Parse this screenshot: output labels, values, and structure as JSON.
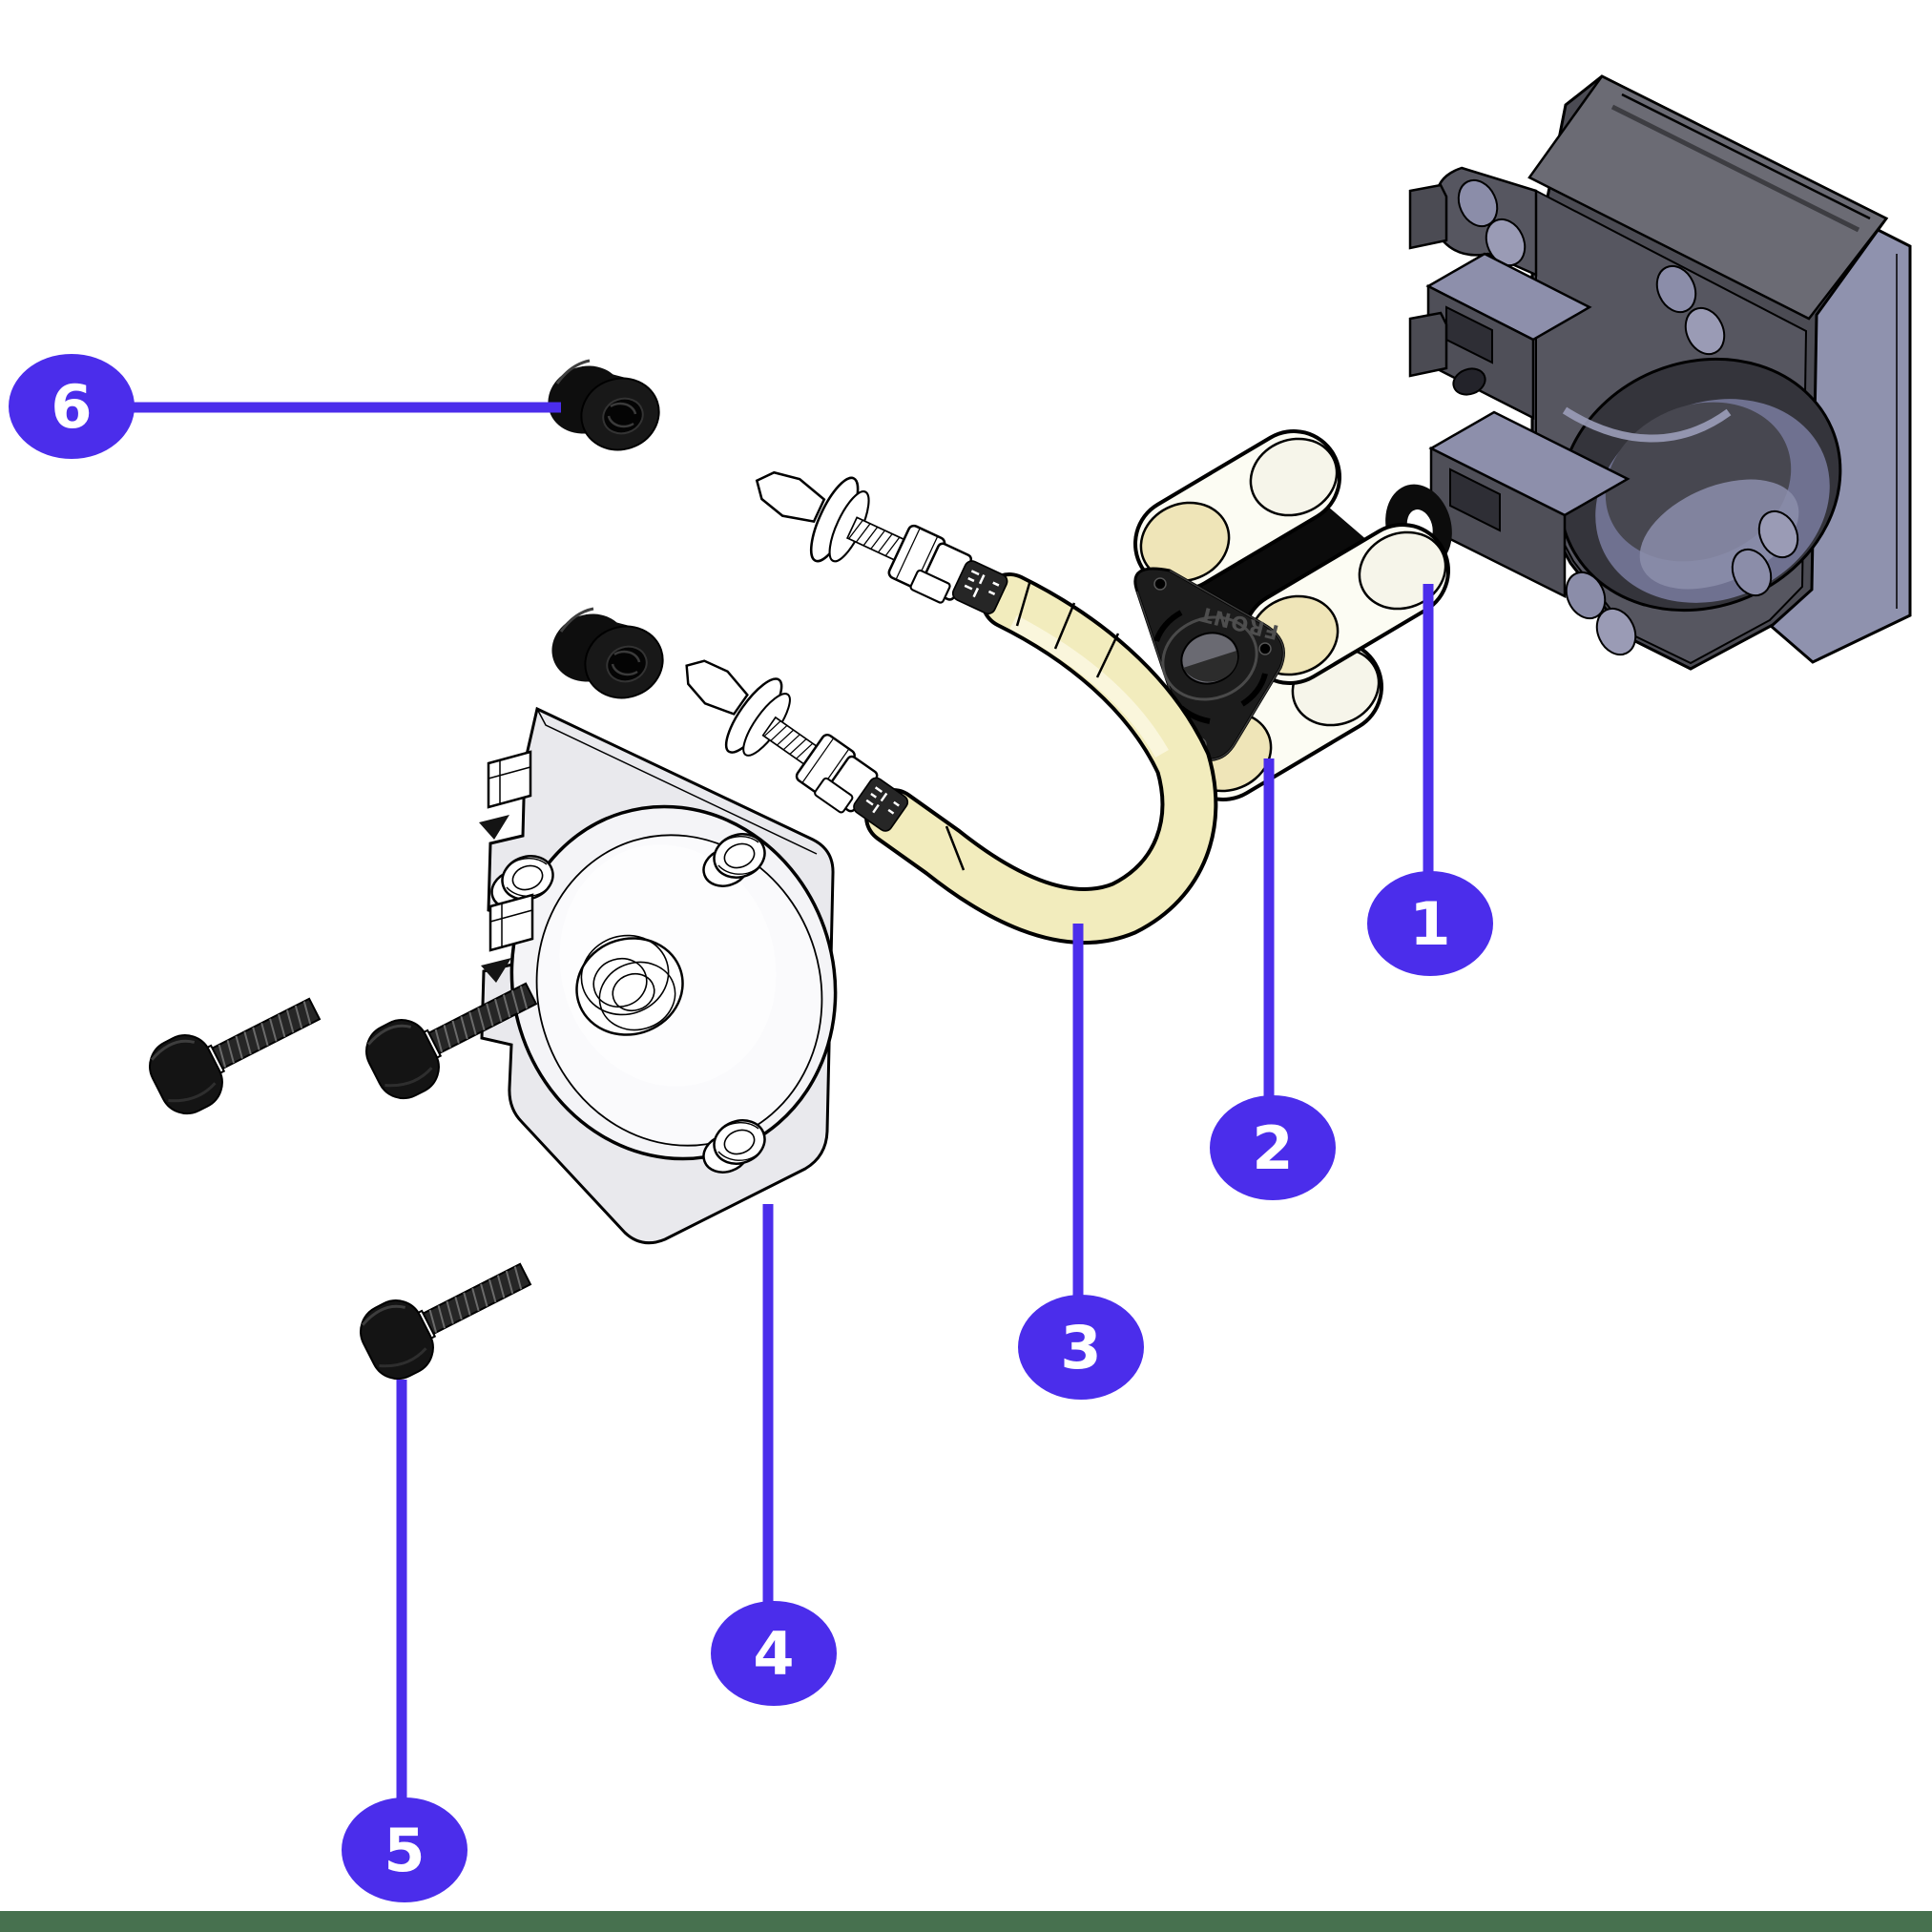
{
  "diagram": {
    "background_color": "#FFFFFF",
    "callout_color": "#4B2DEB",
    "leader_color": "#4B2DEB",
    "footer_bar_color": "#47714F",
    "tube_color": "#F2ECBD",
    "callouts": [
      {
        "number": "1"
      },
      {
        "number": "2"
      },
      {
        "number": "3"
      },
      {
        "number": "4"
      },
      {
        "number": "5"
      },
      {
        "number": "6"
      }
    ],
    "rotor_label": "FRONT"
  }
}
